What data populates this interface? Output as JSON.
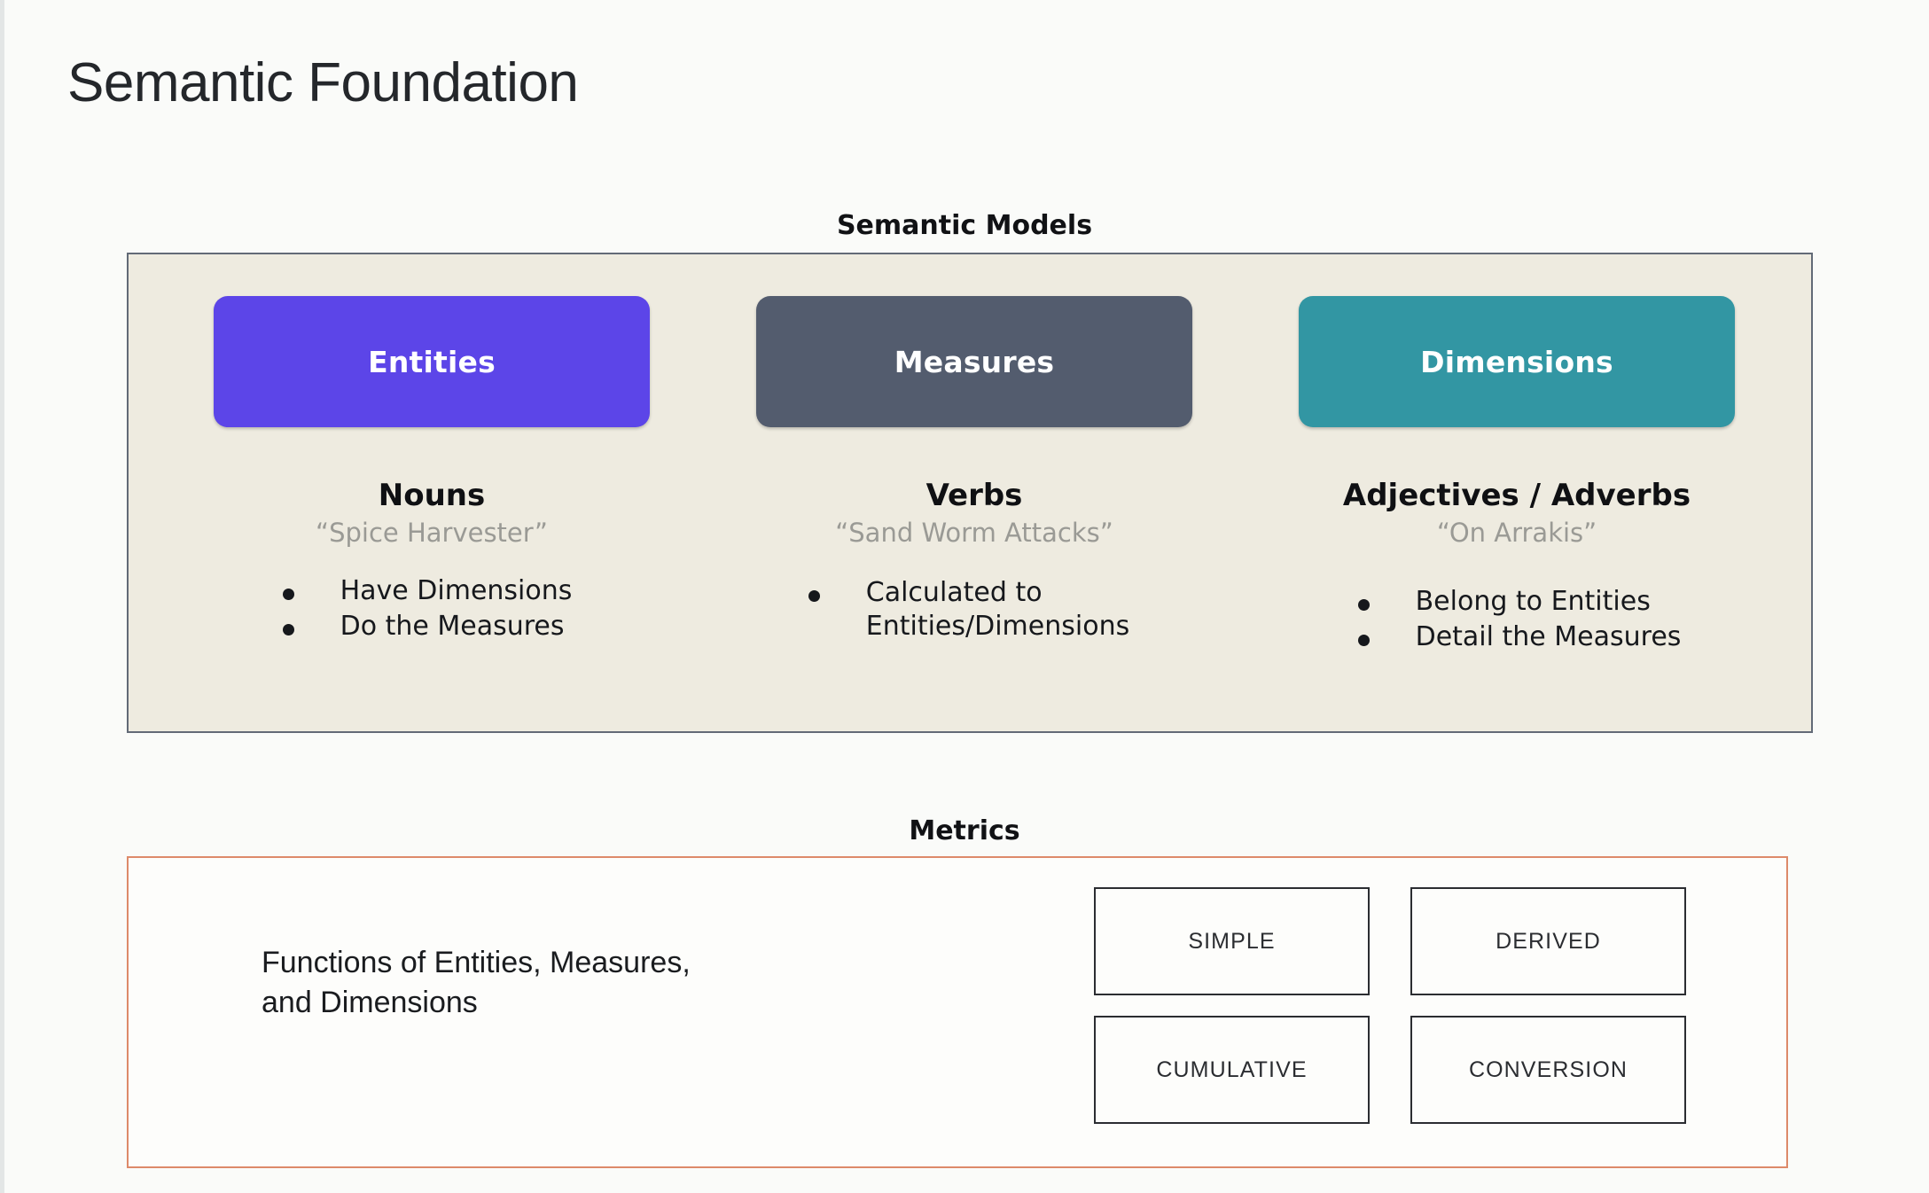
{
  "page": {
    "title": "Semantic Foundation",
    "background_color": "#fafbf9"
  },
  "semantic_models": {
    "heading": "Semantic Models",
    "panel_background": "#eeebe0",
    "panel_border_color": "#626a77",
    "columns": [
      {
        "card_label": "Entities",
        "card_color": "#5c45e8",
        "part_of_speech": "Nouns",
        "example": "“Spice Harvester”",
        "bullets": [
          "Have Dimensions",
          "Do the Measures"
        ]
      },
      {
        "card_label": "Measures",
        "card_color": "#535c6e",
        "part_of_speech": "Verbs",
        "example": "“Sand Worm Attacks”",
        "bullets": [
          "Calculated to\nEntities/Dimensions"
        ]
      },
      {
        "card_label": "Dimensions",
        "card_color": "#3296a3",
        "part_of_speech": "Adjectives / Adverbs",
        "example": "“On Arrakis”",
        "bullets": [
          "Belong to Entities",
          "Detail the Measures"
        ]
      }
    ]
  },
  "metrics": {
    "heading": "Metrics",
    "panel_border_color": "#dd8a6a",
    "description": "Functions of Entities, Measures,\nand Dimensions",
    "types": [
      "SIMPLE",
      "DERIVED",
      "CUMULATIVE",
      "CONVERSION"
    ]
  }
}
